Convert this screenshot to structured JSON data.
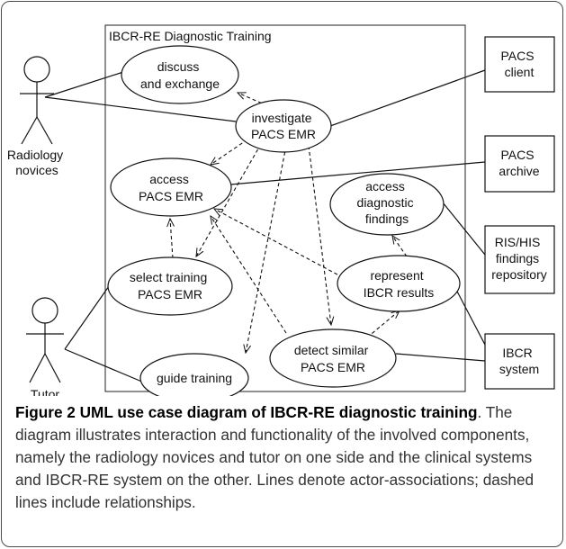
{
  "diagram": {
    "system_label": "IBCR-RE  Diagnostic Training",
    "actors": {
      "novices": [
        "Radiology",
        "novices"
      ],
      "tutor": [
        "Tutor"
      ]
    },
    "use_cases": {
      "discuss": [
        "discuss",
        "and exchange"
      ],
      "investigate": [
        "investigate",
        "PACS EMR"
      ],
      "access_emr": [
        "access",
        "PACS EMR"
      ],
      "access_findings": [
        "access",
        "diagnostic",
        "findings"
      ],
      "represent": [
        "represent",
        "IBCR results"
      ],
      "select": [
        "select training",
        "PACS EMR"
      ],
      "detect": [
        "detect similar",
        "PACS EMR"
      ],
      "guide": [
        "guide training"
      ]
    },
    "systems": {
      "pacs_client": [
        "PACS",
        "client"
      ],
      "pacs_archive": [
        "PACS",
        "archive"
      ],
      "ris_his": [
        "RIS/HIS",
        "findings",
        "repository"
      ],
      "ibcr": [
        "IBCR",
        "system"
      ]
    }
  },
  "caption": {
    "title": "Figure 2 UML use case diagram of IBCR-RE diagnostic training",
    "body": ". The diagram illustrates interaction and functionality of the involved components, namely the radiology novices and tutor on one side and the clinical systems and IBCR-RE system on the other. Lines denote actor-associations; dashed lines include relationships."
  }
}
